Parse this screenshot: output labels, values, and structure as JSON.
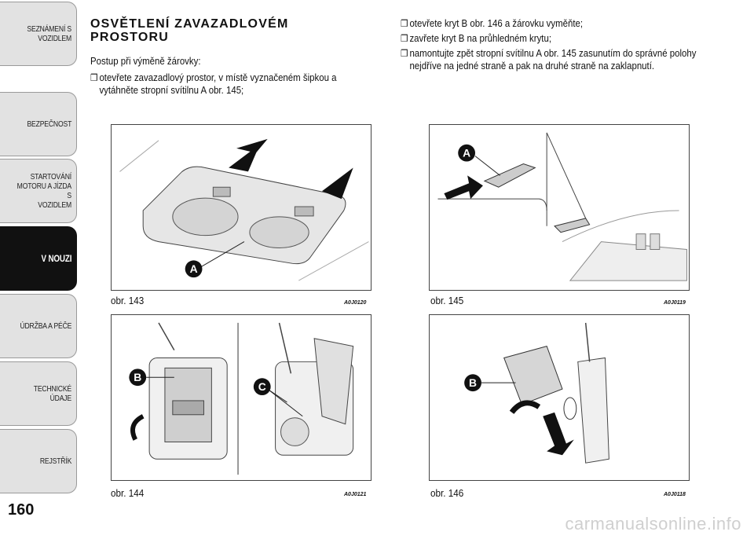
{
  "sidebar": {
    "tabs": [
      {
        "label": "SEZNÁMENÍ S\nVOZIDLEM",
        "active": false
      },
      {
        "label": "BEZPEČNOST",
        "active": false
      },
      {
        "label": "STARTOVÁNÍ\nMOTORU A JÍZDA S\nVOZIDLEM",
        "active": false
      },
      {
        "label": "V NOUZI",
        "active": true
      },
      {
        "label": "ÚDRŽBA A PÉČE",
        "active": false
      },
      {
        "label": "TECHNICKÉ ÚDAJE",
        "active": false
      },
      {
        "label": "REJSTŘÍK",
        "active": false
      }
    ]
  },
  "page_number": "160",
  "section": {
    "title": "OSVĚTLENÍ ZAVAZADLOVÉM PROSTORU",
    "intro": "Postup při výměně žárovky:",
    "steps_left": [
      "otevřete zavazadlový prostor, v místě vyznačeném šipkou a vytáhněte stropní svítilnu A obr. 145;"
    ],
    "steps_right": [
      "otevřete kryt B obr. 146 a žárovku vyměňte;",
      "zavřete kryt B na průhledném krytu;",
      "namontujte zpět stropní svítilnu A obr. 145 zasunutím do správné polohy nejdříve na jedné straně a pak na druhé straně na zaklapnutí."
    ],
    "bullet_glyph": "❒"
  },
  "figures": [
    {
      "caption": "obr. 143",
      "code": "A0J0120",
      "labels": [
        "A"
      ]
    },
    {
      "caption": "obr. 145",
      "code": "A0J0119",
      "labels": [
        "A"
      ]
    },
    {
      "caption": "obr. 144",
      "code": "A0J0121",
      "labels": [
        "B",
        "C"
      ]
    },
    {
      "caption": "obr. 146",
      "code": "A0J0118",
      "labels": [
        "B"
      ]
    }
  ],
  "watermark": "carmanualsonline.info"
}
